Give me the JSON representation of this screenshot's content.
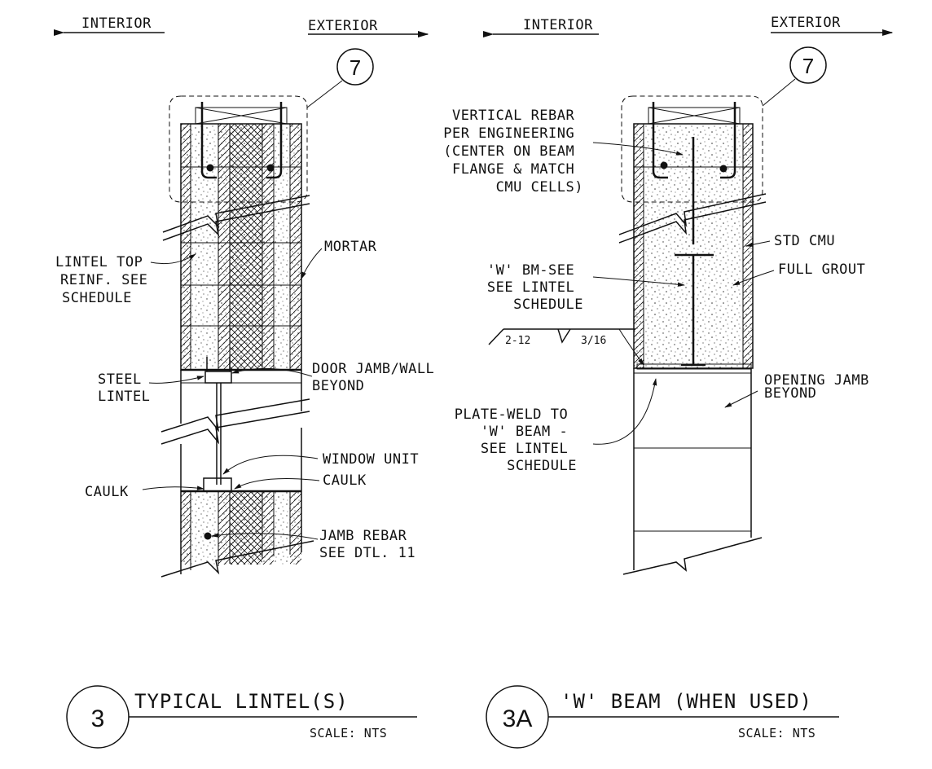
{
  "labels": {
    "interior_left": "INTERIOR",
    "exterior_left": "EXTERIOR",
    "interior_right": "INTERIOR",
    "exterior_right": "EXTERIOR",
    "bubble_left": "7",
    "bubble_right": "7",
    "lintel_top_reinf": [
      "LINTEL TOP",
      "REINF. SEE",
      "SCHEDULE"
    ],
    "mortar": "MORTAR",
    "steel_lintel": [
      "STEEL",
      "LINTEL"
    ],
    "door_jamb": [
      "DOOR JAMB/WALL",
      "BEYOND"
    ],
    "window_unit": "WINDOW UNIT",
    "caulk_right": "CAULK",
    "caulk_left": "CAULK",
    "jamb_rebar": [
      "JAMB REBAR",
      "SEE DTL. 11"
    ],
    "vertical_rebar": [
      "VERTICAL REBAR",
      "PER ENGINEERING",
      "(CENTER ON BEAM",
      "FLANGE & MATCH",
      "CMU CELLS)"
    ],
    "std_cmu": "STD CMU",
    "full_grout": "FULL GROUT",
    "w_bm": [
      "'W' BM-SEE",
      "SEE LINTEL",
      "SCHEDULE"
    ],
    "weld_left": "2-12",
    "weld_right": "3/16",
    "opening_jamb": [
      "OPENING JAMB",
      "BEYOND"
    ],
    "plate_weld": [
      "PLATE-WELD TO",
      "'W' BEAM -",
      "SEE LINTEL",
      "SCHEDULE"
    ]
  },
  "titles": {
    "left_number": "3",
    "left_title": "TYPICAL LINTEL(S)",
    "left_scale": "SCALE: NTS",
    "right_number": "3A",
    "right_title": "'W' BEAM (WHEN USED)",
    "right_scale": "SCALE: NTS"
  }
}
